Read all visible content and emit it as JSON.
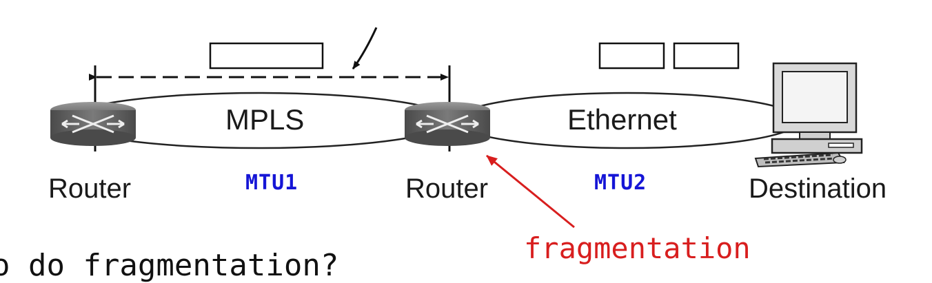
{
  "nodes": {
    "router_left": "Router",
    "router_middle": "Router",
    "destination": "Destination"
  },
  "networks": {
    "left": "MPLS",
    "right": "Ethernet"
  },
  "mtu": {
    "left": "MTU1",
    "right": "MTU2"
  },
  "annotation": {
    "text": "fragmentation",
    "color": "#d81e1e"
  },
  "question_fragment": "o do fragmentation?",
  "colors": {
    "mtu_label": "#1515d6",
    "router_body": "#6f6f6f",
    "lines": "#222222"
  },
  "icons": [
    "router-icon",
    "router-icon",
    "desktop-computer-icon"
  ]
}
